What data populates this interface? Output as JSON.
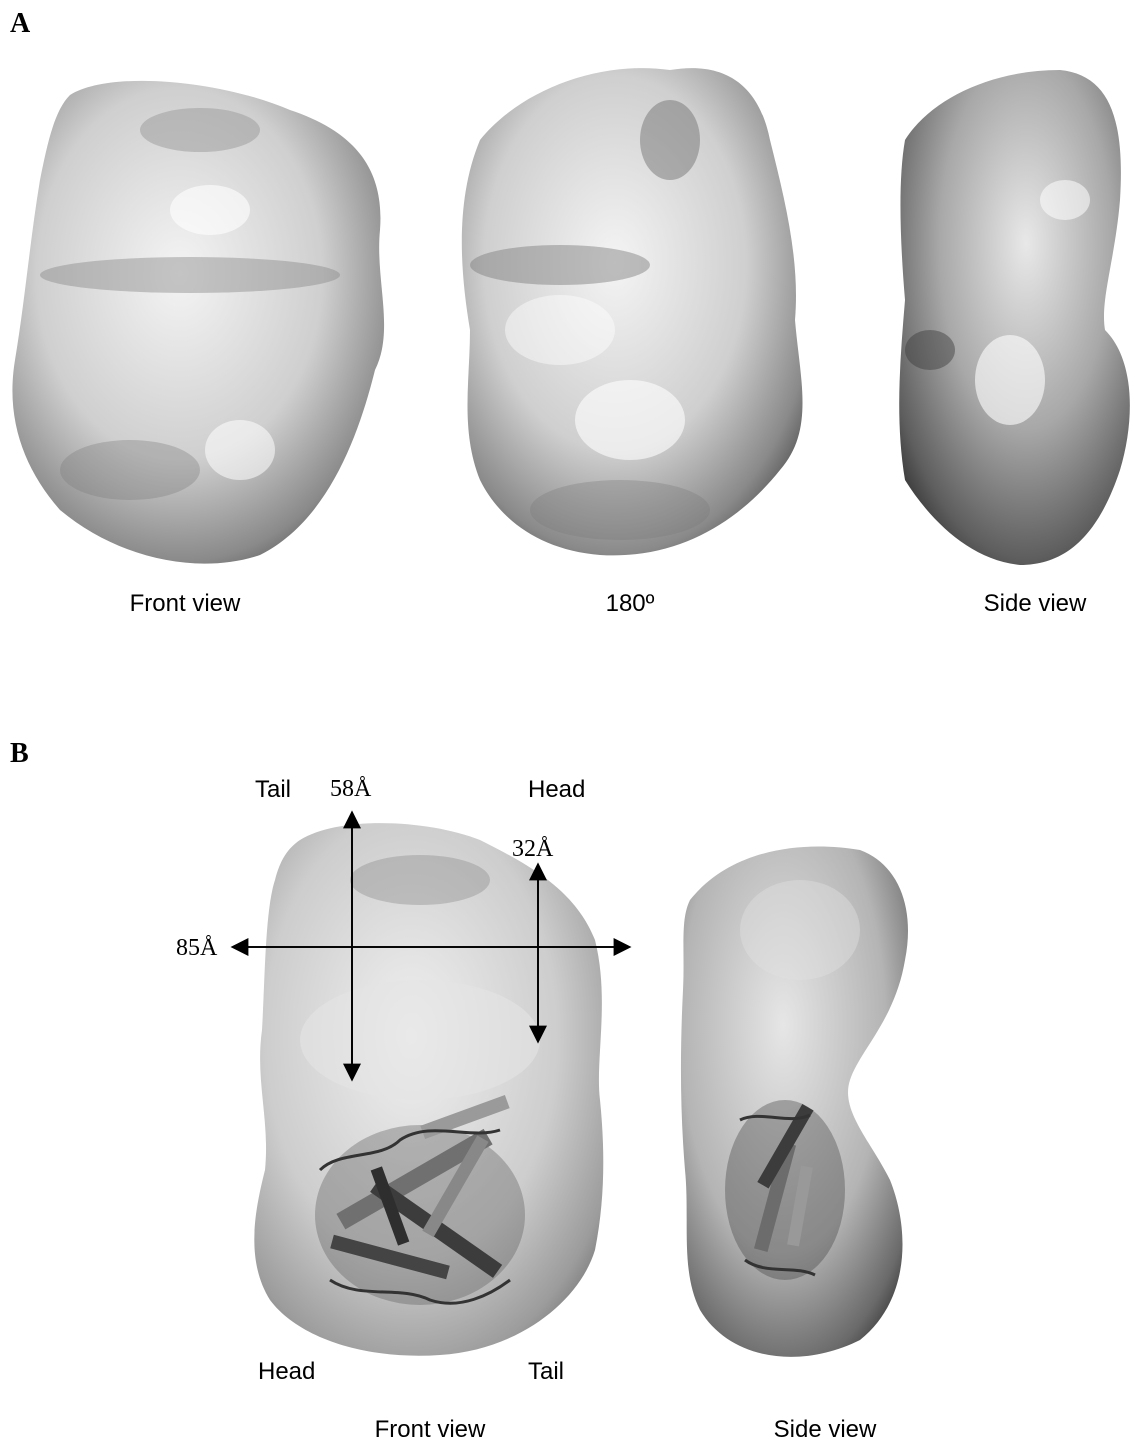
{
  "panel_a": {
    "letter": "A",
    "captions": [
      "Front view",
      "180º",
      "Side view"
    ]
  },
  "panel_b": {
    "letter": "B",
    "front": {
      "caption": "Front view",
      "top_left": "Tail",
      "top_right": "Head",
      "bottom_left": "Head",
      "bottom_right": "Tail",
      "dim_height": "58Å",
      "dim_small": "32Å",
      "dim_width": "85Å"
    },
    "side": {
      "caption": "Side view"
    }
  }
}
